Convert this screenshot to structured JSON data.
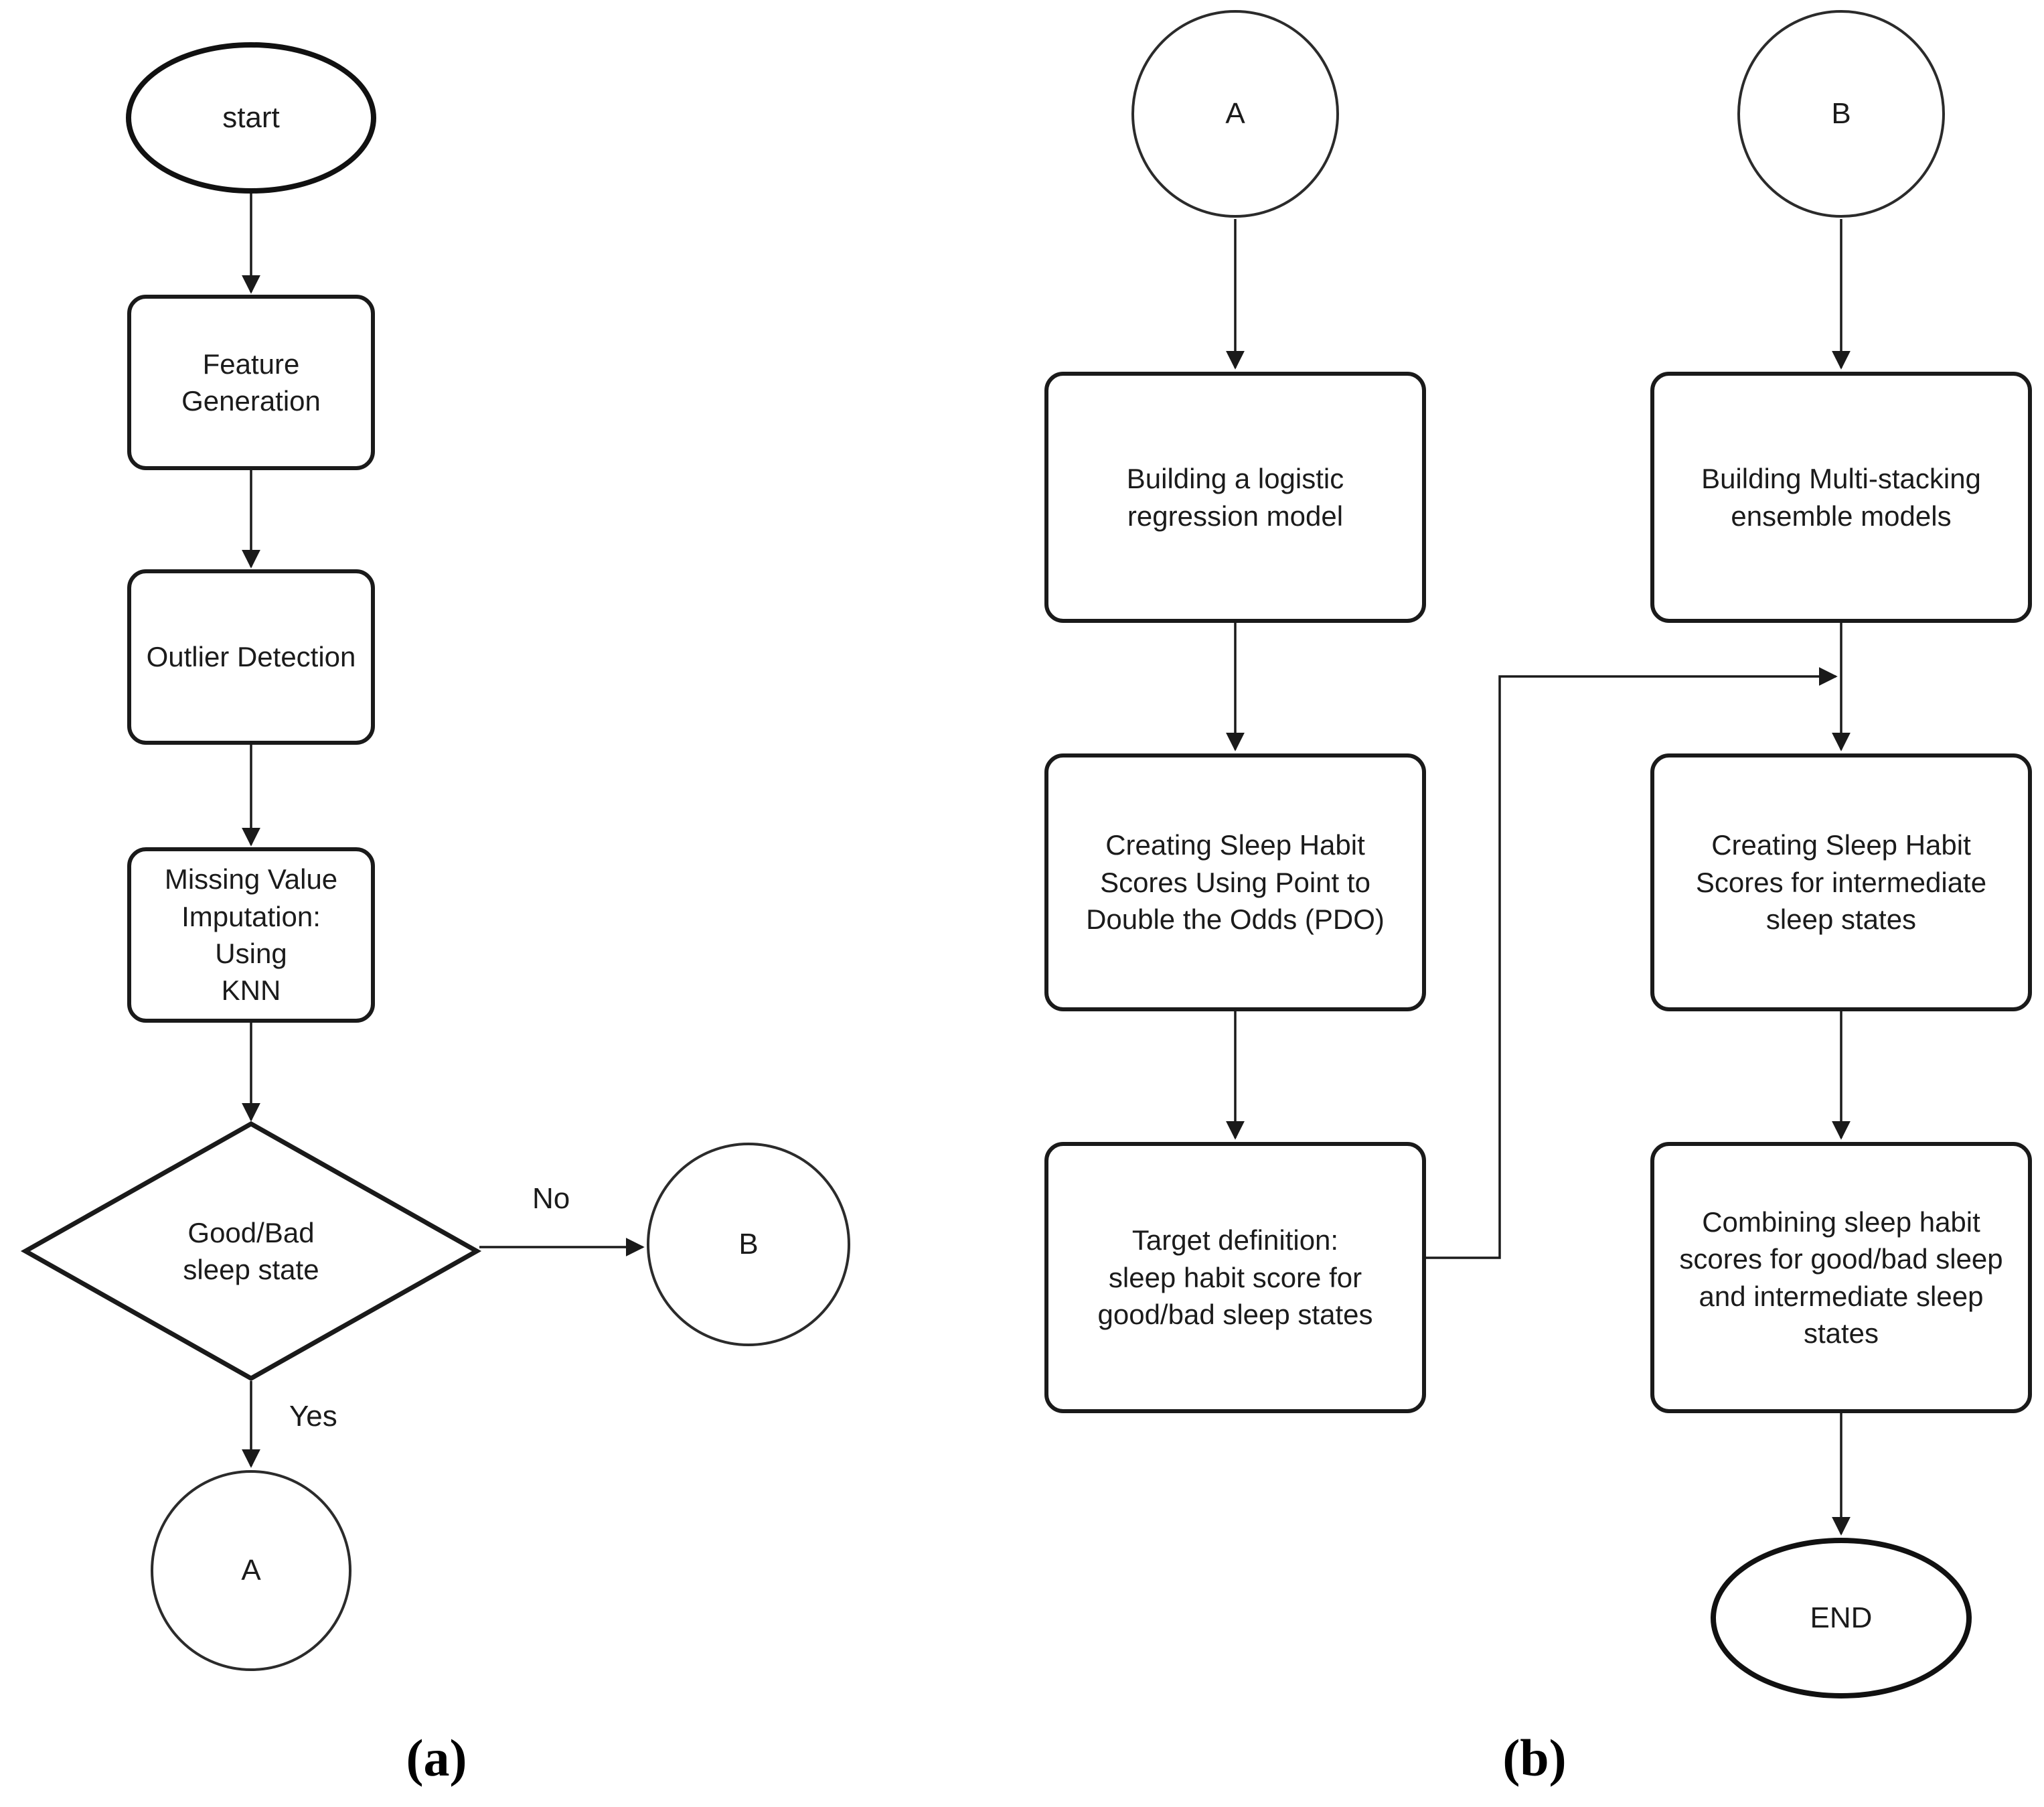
{
  "figure": {
    "caption_a": "(a)",
    "caption_b": "(b)"
  },
  "colors": {
    "stroke": "#1a1a1a",
    "background": "#ffffff"
  },
  "flowchart_a": {
    "start": "start",
    "feature_generation": "Feature\nGeneration",
    "outlier_detection": "Outlier Detection",
    "missing_value_imputation": "Missing Value\nImputation: Using\nKNN",
    "decision": "Good/Bad\nsleep state",
    "no_label": "No",
    "yes_label": "Yes",
    "connector_b": "B",
    "connector_a": "A"
  },
  "flowchart_b": {
    "entry_a": "A",
    "entry_b": "B",
    "building_logistic": "Building a logistic\nregression model",
    "creating_pdo": "Creating Sleep Habit\nScores Using Point to\nDouble the Odds (PDO)",
    "target_definition": "Target definition:\nsleep habit score for\ngood/bad sleep states",
    "building_multistacking": "Building Multi-stacking\nensemble models",
    "creating_intermediate": "Creating Sleep Habit\nScores for intermediate\nsleep states",
    "combining": "Combining sleep habit\nscores for good/bad sleep\nand intermediate sleep\nstates",
    "end": "END"
  }
}
